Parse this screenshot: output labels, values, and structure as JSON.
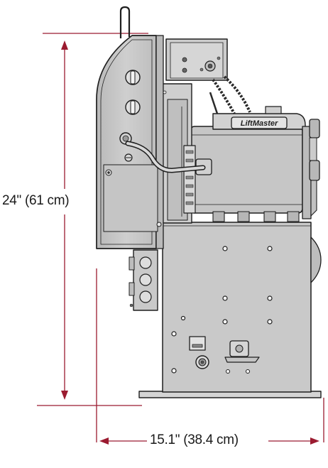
{
  "dimensions": {
    "height_label": "24\" (61 cm)",
    "width_label": "15.1\" (38.4 cm)"
  },
  "unit": {
    "brand_label": "LiftMaster"
  },
  "colors": {
    "dimension_line": "#9b1b30",
    "body_fill": "#c8c8c8",
    "body_light": "#dcdcdc",
    "body_dark": "#a8a8a8",
    "outline": "#1e1e1e"
  }
}
